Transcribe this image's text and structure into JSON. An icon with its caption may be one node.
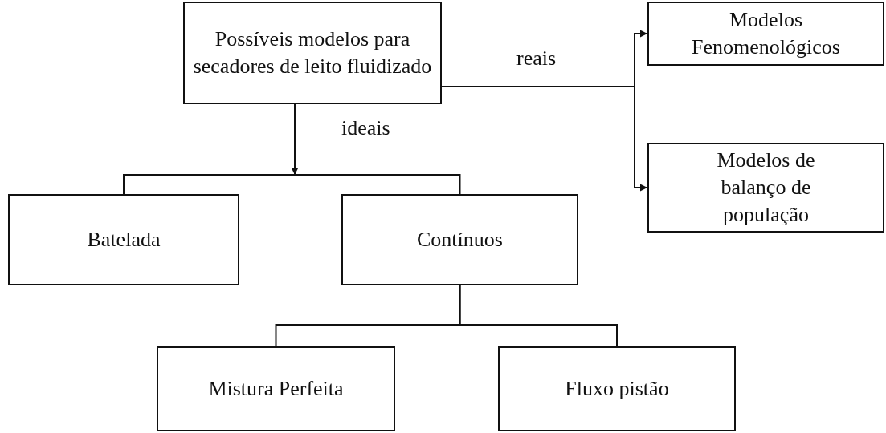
{
  "diagram": {
    "nodes": [
      {
        "text": [
          "Possíveis modelos para secadores de leito fluidizado"
        ]
      },
      {
        "text": [
          "Modelos Fenomenológicos"
        ]
      },
      {
        "text": [
          "Modelos de balanço de população"
        ]
      },
      {
        "text": [
          "Batelada"
        ]
      },
      {
        "text": [
          "Contínuos"
        ]
      },
      {
        "text": [
          "Mistura Perfeita"
        ]
      },
      {
        "text": [
          "Fluxo pistão"
        ]
      }
    ],
    "edges": [
      {
        "from": 0,
        "to": 1,
        "arrow": "to",
        "label": "reais"
      },
      {
        "from": 0,
        "to": 2,
        "arrow": "to"
      },
      {
        "from": 0,
        "to": null,
        "arrow": "to",
        "label": "ideais"
      },
      {
        "from": null,
        "to": 3,
        "arrow": "none"
      },
      {
        "from": null,
        "to": 4,
        "arrow": "none"
      },
      {
        "from": 4,
        "to": 5,
        "arrow": "none"
      },
      {
        "from": 4,
        "to": 6,
        "arrow": "none"
      }
    ]
  }
}
